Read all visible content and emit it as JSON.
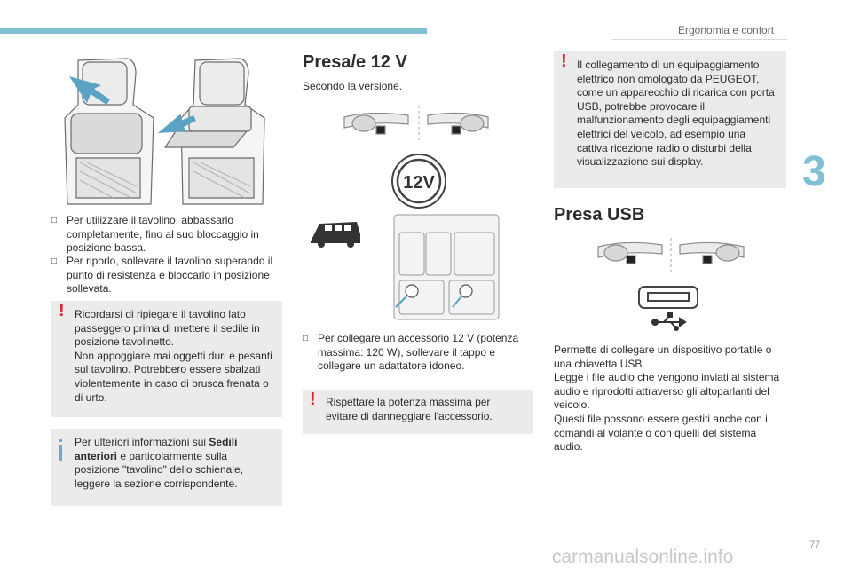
{
  "header": {
    "section": "Ergonomia e confort",
    "chapter": "3"
  },
  "footer": {
    "page": "77",
    "watermark": "carmanualsonline.info"
  },
  "col1": {
    "bullets": [
      "Per utilizzare il tavolino, abbassarlo completamente, fino al suo bloccaggio in posizione bassa.",
      "Per riporlo, sollevare il tavolino superando il punto di resistenza e bloccarlo in posizione sollevata."
    ],
    "warning": "Ricordarsi di ripiegare il tavolino lato passeggero prima di mettere il sedile in posizione tavolinetto.\nNon appoggiare mai oggetti duri e pesanti sul tavolino. Potrebbero essere sbalzati violentemente in caso di brusca frenata o di urto.",
    "info_prefix": "Per ulteriori informazioni sui ",
    "info_bold": "Sedili anteriori",
    "info_suffix": " e particolarmente sulla posizione \"tavolino\" dello schienale, leggere la sezione corrispondente."
  },
  "col2": {
    "title": "Presa/e 12 V",
    "intro": "Secondo la versione.",
    "socket_label": "12V",
    "bullet": "Per collegare un accessorio 12 V (potenza massima: 120 W), sollevare il tappo e collegare un adattatore idoneo.",
    "warning": "Rispettare la potenza massima per evitare di danneggiare l'accessorio."
  },
  "col3": {
    "warning": "Il collegamento di un equipaggiamento elettrico non omologato da PEUGEOT, come un apparecchio di ricarica con porta USB, potrebbe provocare il malfunzionamento degli equipaggiamenti elettrici del veicolo, ad esempio una cattiva ricezione radio o disturbi della visualizzazione sui display.",
    "title": "Presa USB",
    "body": "Permette di collegare un dispositivo portatile o una chiavetta USB.\nLegge i file audio che vengono inviati al sistema audio e riprodotti attraverso gli altoparlanti del veicolo.\nQuesti file possono essere gestiti anche con i comandi al volante o con quelli del sistema audio."
  },
  "colors": {
    "accent": "#7fc1d2",
    "warning": "#d9232e",
    "info": "#6ea6d9",
    "box": "#ebebeb"
  }
}
